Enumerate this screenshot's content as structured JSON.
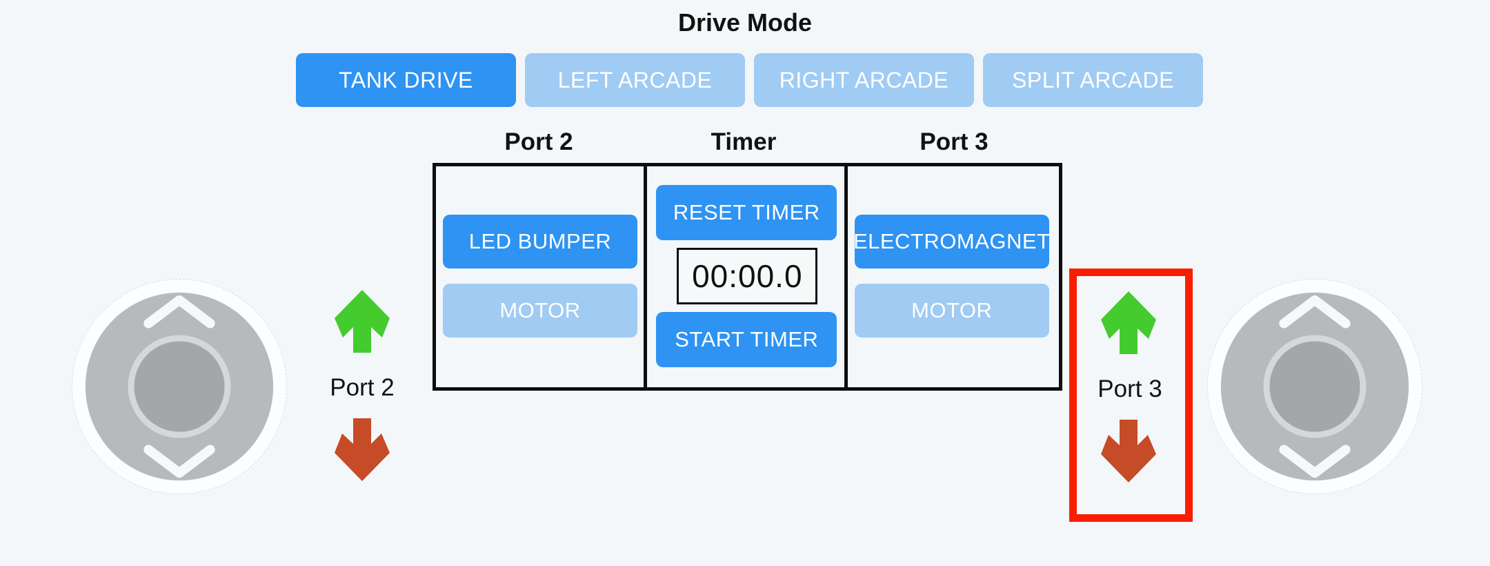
{
  "colors": {
    "bg": "#f3f7f9",
    "active_blue": "#2e93f2",
    "inactive_blue": "#a0cbf3",
    "button_text": "#ffffff",
    "text": "#111111",
    "green_arrow": "#44cb2e",
    "red_arrow": "#c64b27",
    "highlight_red": "#f91e01",
    "table_border": "#0d0d0d",
    "joystick_pad": "#b6babd",
    "joystick_knob": "#a3a7aa",
    "joystick_ring": "#d4d8da",
    "joystick_base": "#fbfdfe",
    "chevron": "#f6f9fb",
    "timer_bg": "#f6f9fa"
  },
  "drive_mode": {
    "title": "Drive Mode",
    "buttons": [
      {
        "label": "TANK DRIVE",
        "active": true
      },
      {
        "label": "LEFT ARCADE",
        "active": false
      },
      {
        "label": "RIGHT ARCADE",
        "active": false
      },
      {
        "label": "SPLIT ARCADE",
        "active": false
      }
    ]
  },
  "panel": {
    "columns": [
      {
        "header": "Port 2",
        "buttons": [
          {
            "label": "LED BUMPER",
            "active": true
          },
          {
            "label": "MOTOR",
            "active": false
          }
        ]
      },
      {
        "header": "Timer",
        "reset_label": "RESET TIMER",
        "display": "00:00.0",
        "start_label": "START TIMER"
      },
      {
        "header": "Port 3",
        "buttons": [
          {
            "label": "ELECTROMAGNET",
            "active": true
          },
          {
            "label": "MOTOR",
            "active": false
          }
        ]
      }
    ]
  },
  "left_control": {
    "label": "Port 2"
  },
  "right_control": {
    "label": "Port 3",
    "highlighted": true
  }
}
